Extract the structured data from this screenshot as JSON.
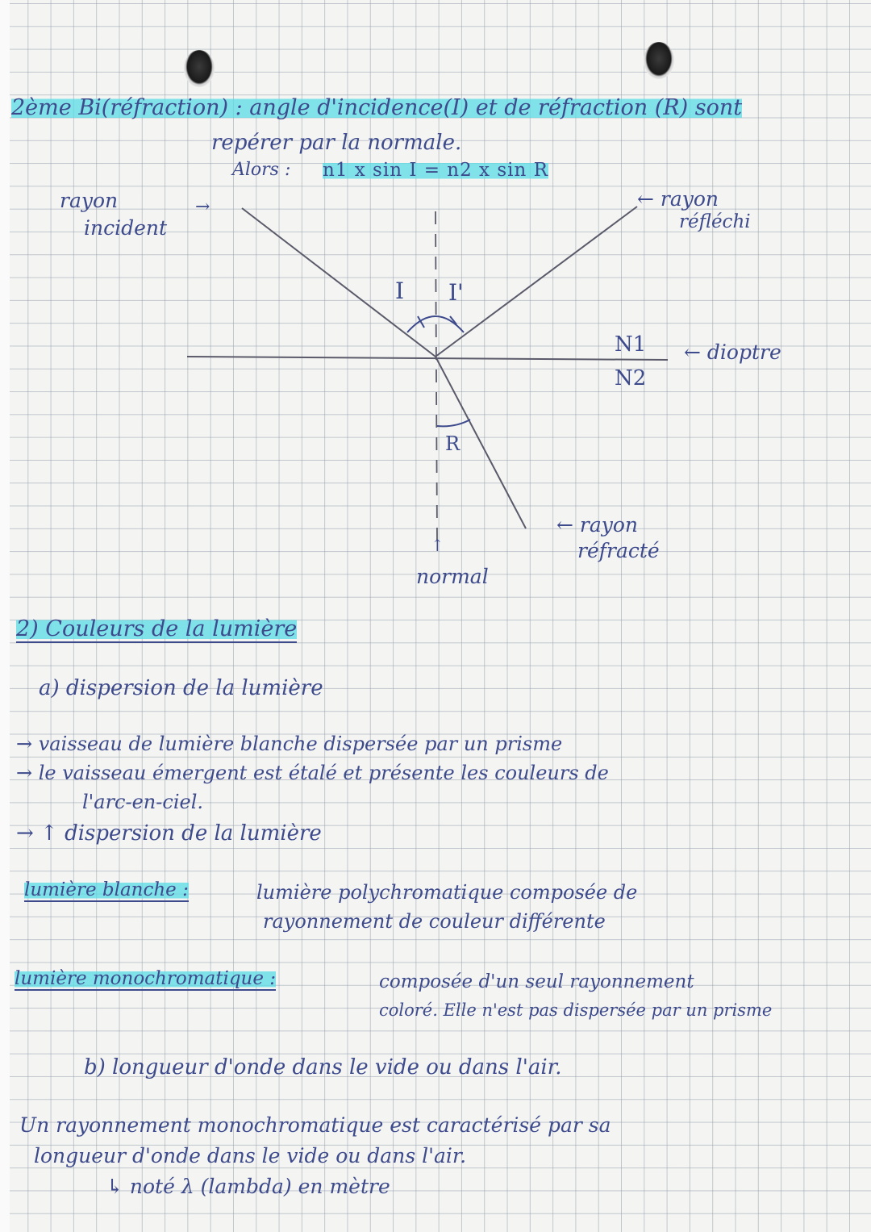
{
  "header": {
    "line1": "2ème Bi(réfraction) : angle d'incidence(I) et de réfraction (R) sont",
    "line2": "repérer par la normale.",
    "formula_prefix": "Alors :",
    "formula": "n1 x sin I = n2 x sin R"
  },
  "diagram": {
    "incident_label_1": "rayon",
    "incident_label_2": "incident",
    "incident_arrow": "→",
    "reflected_label_1": "← rayon",
    "reflected_label_2": "réfléchi",
    "angle_I": "I",
    "angle_I_prime": "I'",
    "medium_1": "N1",
    "medium_2": "N2",
    "dioptre_label": "← dioptre",
    "angle_R": "R",
    "refracted_label_1": "← rayon",
    "refracted_label_2": "réfracté",
    "normal_arrow": "↑",
    "normal_label": "normal"
  },
  "section2": {
    "title": "2) Couleurs de la lumière",
    "sub_a": "a) dispersion de la lumière",
    "bullet1": "→ vaisseau de lumière blanche dispersée par un prisme",
    "bullet2_l1": "→ le vaisseau émergent est étalé et présente les couleurs de",
    "bullet2_l2": "l'arc-en-ciel.",
    "bullet3": "→ ↑ dispersion de la lumière",
    "white_term": "lumière blanche :",
    "white_def_l1": "lumière polychromatique composée de",
    "white_def_l2": "rayonnement de couleur différente",
    "mono_term": "lumière monochromatique :",
    "mono_def_l1": "composée d'un seul rayonnement",
    "mono_def_l2": "coloré. Elle n'est pas dispersée par un prisme",
    "sub_b": "b) longueur d'onde dans le vide ou dans l'air.",
    "final_l1": "Un rayonnement monochromatique est caractérisé par sa",
    "final_l2": "longueur d'onde dans le vide ou dans l'air.",
    "final_l3": "↳ noté λ (lambda) en mètre"
  }
}
